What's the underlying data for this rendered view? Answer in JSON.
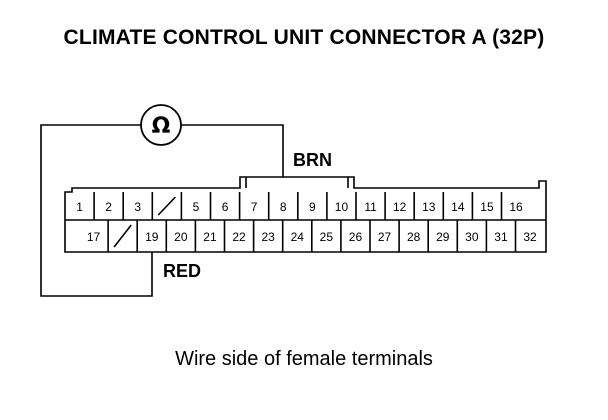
{
  "title": "CLIMATE CONTROL UNIT CONNECTOR A (32P)",
  "caption": "Wire side of female terminals",
  "meter_symbol": "Ω",
  "probe_labels": {
    "top": "BRN",
    "bottom": "RED"
  },
  "connector": {
    "row1": [
      "1",
      "2",
      "3",
      "",
      "5",
      "6",
      "7",
      "8",
      "9",
      "10",
      "11",
      "12",
      "13",
      "14",
      "15",
      "16"
    ],
    "row2": [
      "17",
      "",
      "19",
      "20",
      "21",
      "22",
      "23",
      "24",
      "25",
      "26",
      "27",
      "28",
      "29",
      "30",
      "31",
      "32"
    ]
  }
}
